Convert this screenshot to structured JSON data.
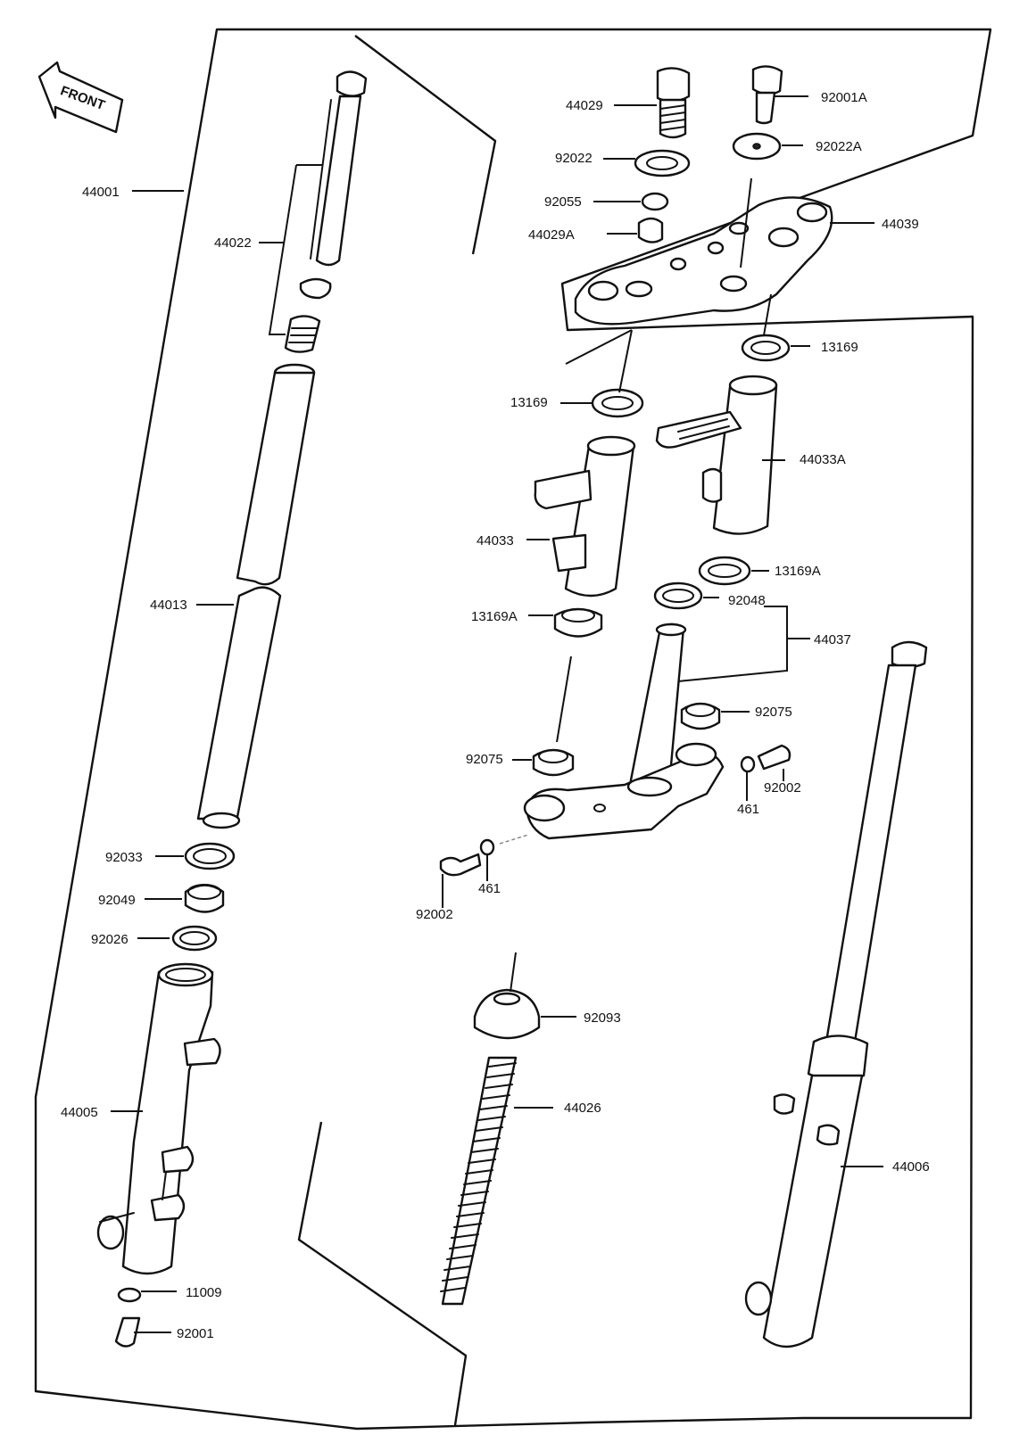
{
  "front_arrow": {
    "label": "FRONT"
  },
  "parts": {
    "p44001": "44001",
    "p44022": "44022",
    "p44013": "44013",
    "p92033": "92033",
    "p92049": "92049",
    "p92026": "92026",
    "p44005": "44005",
    "p11009": "11009",
    "p92001": "92001",
    "p44029": "44029",
    "p92001A": "92001A",
    "p92022": "92022",
    "p92022A": "92022A",
    "p92055": "92055",
    "p44039": "44039",
    "p44029A": "44029A",
    "p13169_right": "13169",
    "p13169_left": "13169",
    "p44033A": "44033A",
    "p44033": "44033",
    "p13169A_right": "13169A",
    "p92048": "92048",
    "p13169A_left": "13169A",
    "p44037": "44037",
    "p92075_right": "92075",
    "p92075_left": "92075",
    "p92002_right": "92002",
    "p461_right": "461",
    "p461_left": "461",
    "p92002_left": "92002",
    "p92093": "92093",
    "p44026": "44026",
    "p44006": "44006"
  }
}
